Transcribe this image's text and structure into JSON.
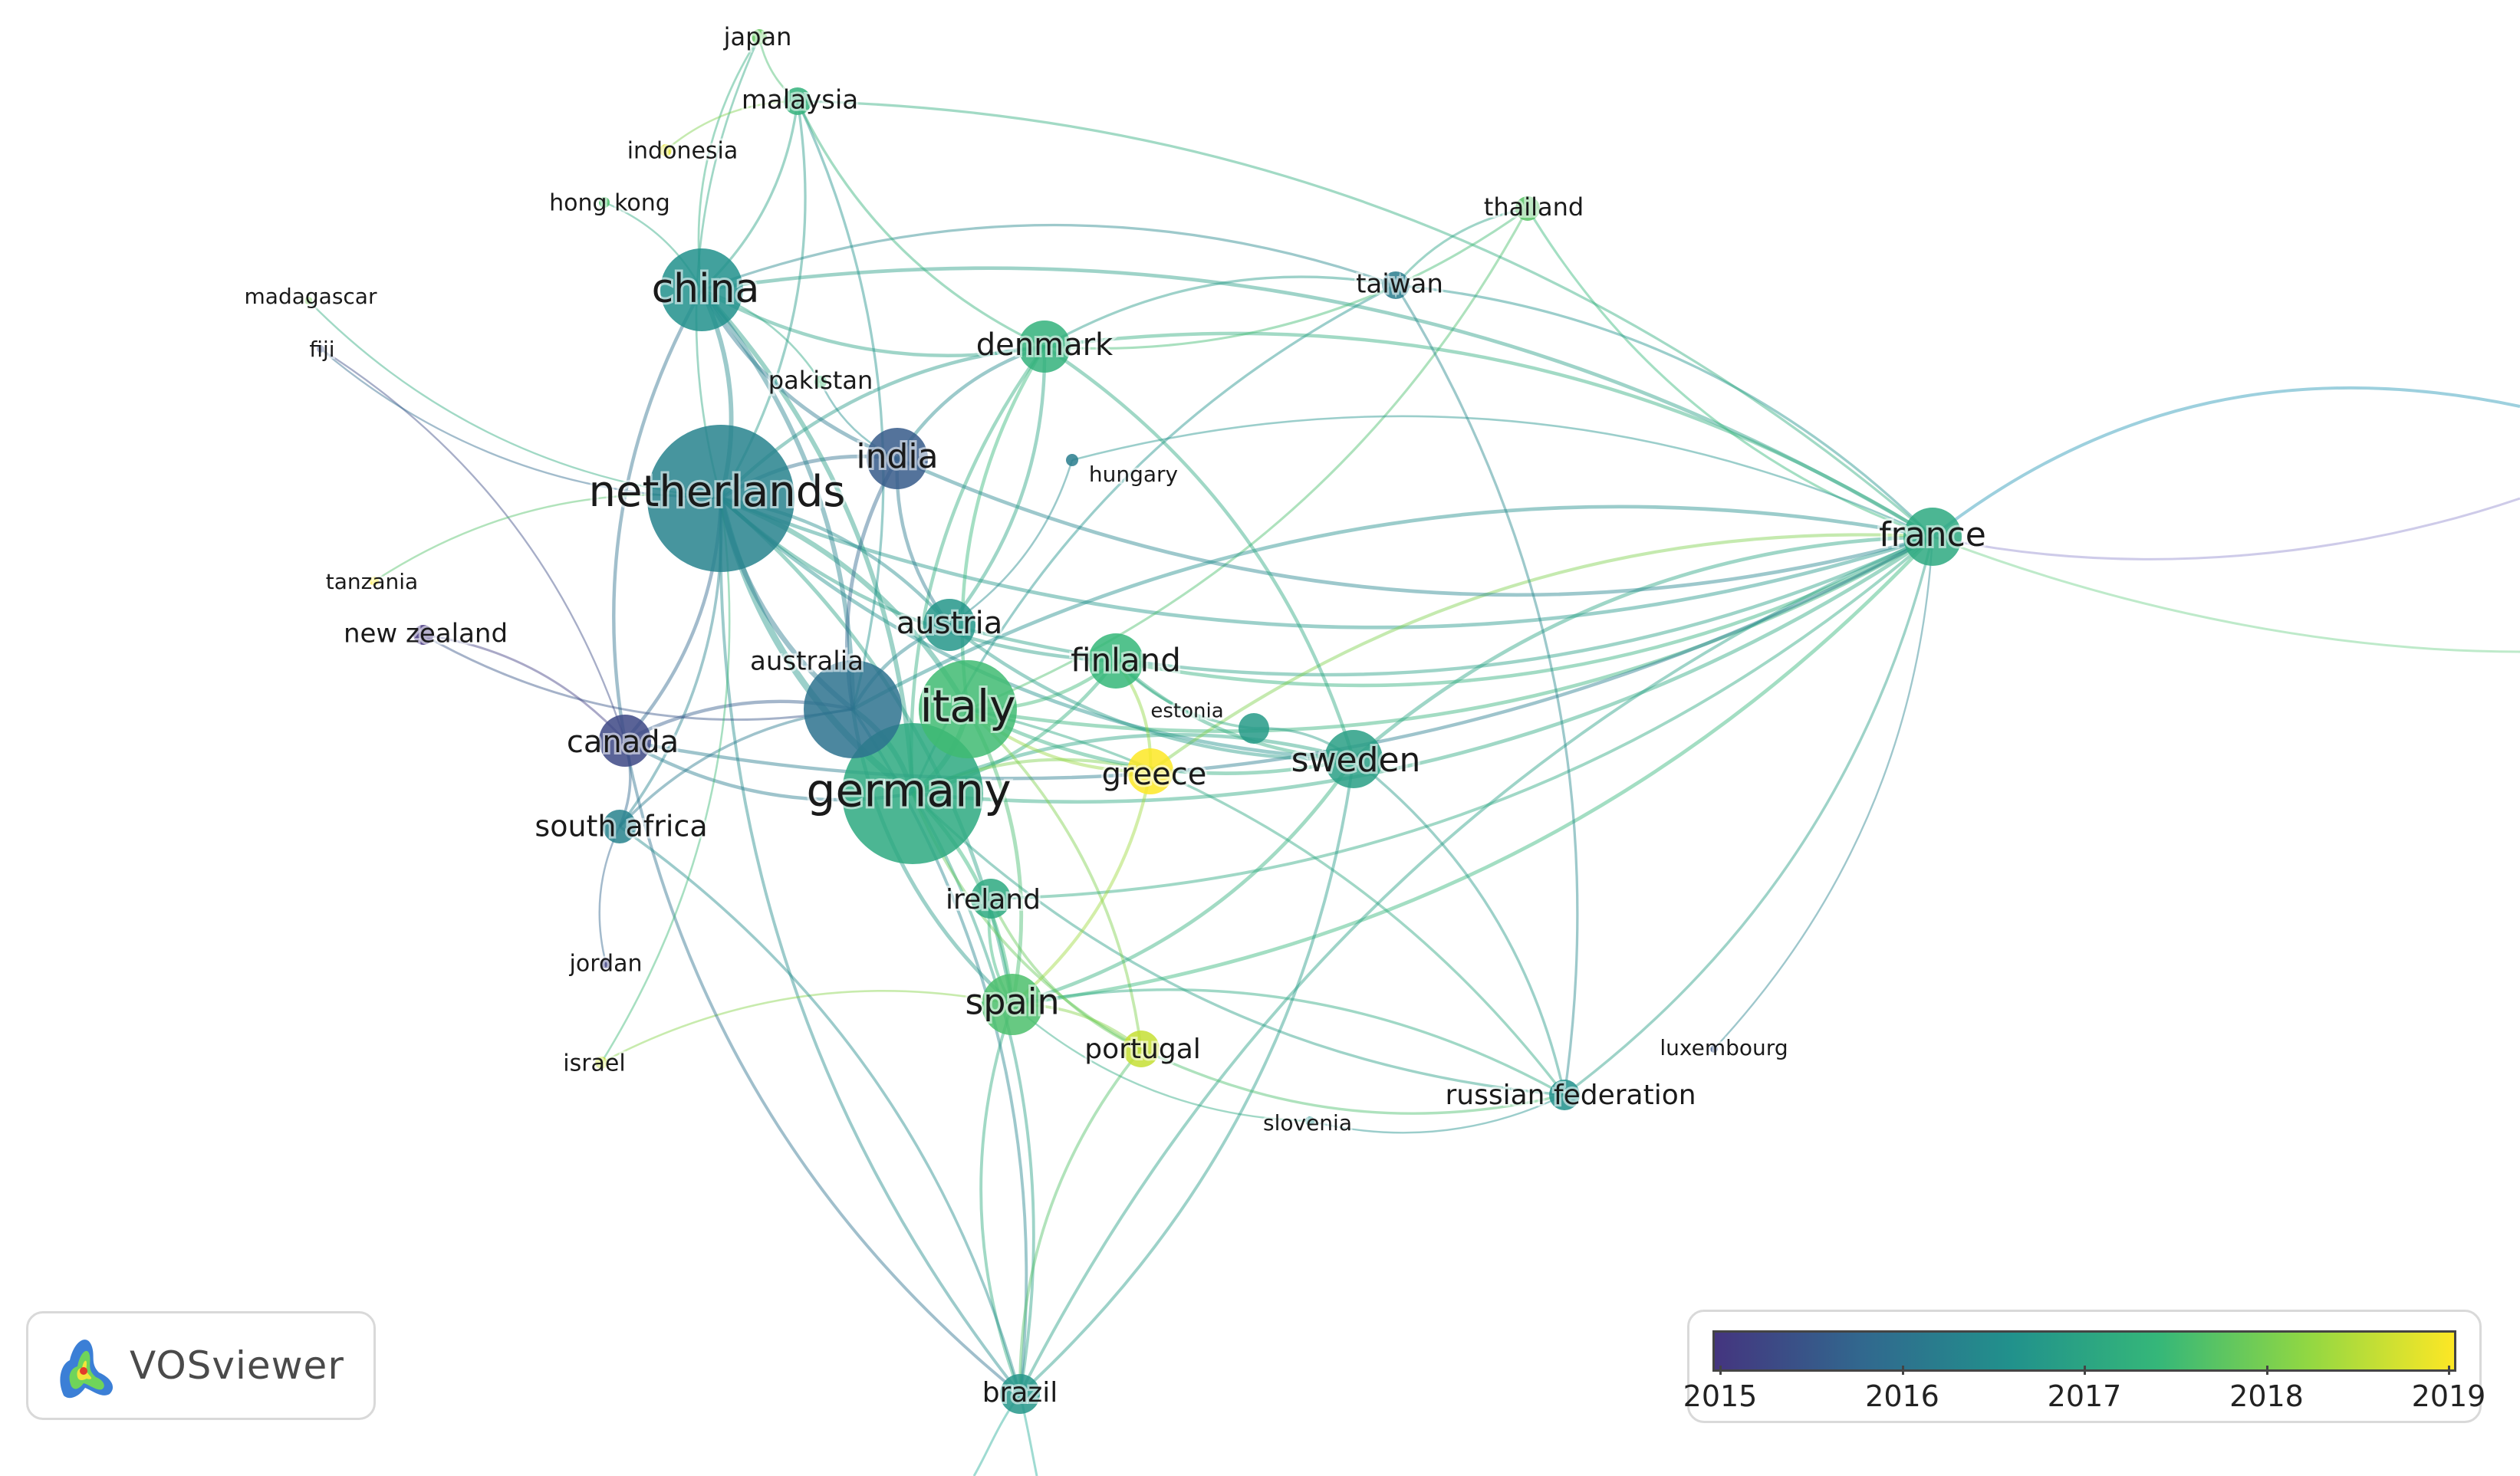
{
  "network": {
    "nodes": [
      {
        "id": "netherlands",
        "label": "netherlands",
        "year": 2016.3,
        "size": 96,
        "label_size": 56
      },
      {
        "id": "germany",
        "label": "germany",
        "year": 2017.1,
        "size": 92,
        "label_size": 60
      },
      {
        "id": "italy",
        "label": "italy",
        "year": 2017.5,
        "size": 64,
        "label_size": 58
      },
      {
        "id": "australia",
        "label": "australia",
        "year": 2016.0,
        "size": 64,
        "label_size": 34
      },
      {
        "id": "china",
        "label": "china",
        "year": 2016.6,
        "size": 54,
        "label_size": 52
      },
      {
        "id": "france",
        "label": "france",
        "year": 2017.1,
        "size": 38,
        "label_size": 44
      },
      {
        "id": "spain",
        "label": "spain",
        "year": 2017.6,
        "size": 40,
        "label_size": 46
      },
      {
        "id": "india",
        "label": "india",
        "year": 2015.6,
        "size": 40,
        "label_size": 44
      },
      {
        "id": "sweden",
        "label": "sweden",
        "year": 2016.9,
        "size": 38,
        "label_size": 44
      },
      {
        "id": "canada",
        "label": "canada",
        "year": 2015.3,
        "size": 34,
        "label_size": 40
      },
      {
        "id": "finland",
        "label": "finland",
        "year": 2017.4,
        "size": 36,
        "label_size": 42
      },
      {
        "id": "austria",
        "label": "austria",
        "year": 2016.7,
        "size": 34,
        "label_size": 40
      },
      {
        "id": "denmark",
        "label": "denmark",
        "year": 2017.3,
        "size": 34,
        "label_size": 40
      },
      {
        "id": "greece",
        "label": "greece",
        "year": 2019.0,
        "size": 30,
        "label_size": 40
      },
      {
        "id": "ireland",
        "label": "ireland",
        "year": 2017.1,
        "size": 26,
        "label_size": 36
      },
      {
        "id": "brazil",
        "label": "brazil",
        "year": 2016.7,
        "size": 26,
        "label_size": 36
      },
      {
        "id": "portugal",
        "label": "portugal",
        "year": 2018.6,
        "size": 24,
        "label_size": 36
      },
      {
        "id": "russian_federation",
        "label": "russian federation",
        "year": 2016.6,
        "size": 20,
        "label_size": 36
      },
      {
        "id": "south_africa",
        "label": "south africa",
        "year": 2016.3,
        "size": 22,
        "label_size": 38
      },
      {
        "id": "malaysia",
        "label": "malaysia",
        "year": 2017.3,
        "size": 18,
        "label_size": 34
      },
      {
        "id": "taiwan",
        "label": "taiwan",
        "year": 2016.2,
        "size": 18,
        "label_size": 34
      },
      {
        "id": "thailand",
        "label": "thailand",
        "year": 2017.7,
        "size": 16,
        "label_size": 32
      },
      {
        "id": "new_zealand",
        "label": "new zealand",
        "year": 2015.0,
        "size": 13,
        "label_size": 34
      },
      {
        "id": "estonia",
        "label": "estonia",
        "year": 2016.8,
        "size": 20,
        "label_size": 26
      },
      {
        "id": "hungary",
        "label": "hungary",
        "year": 2016.2,
        "size": 8,
        "label_size": 28
      },
      {
        "id": "pakistan",
        "label": "pakistan",
        "year": 2017.5,
        "size": 8,
        "label_size": 32
      },
      {
        "id": "japan",
        "label": "japan",
        "year": 2017.8,
        "size": 10,
        "label_size": 32
      },
      {
        "id": "indonesia",
        "label": "indonesia",
        "year": 2018.8,
        "size": 8,
        "label_size": 30
      },
      {
        "id": "hong_kong",
        "label": "hong kong",
        "year": 2017.6,
        "size": 7,
        "label_size": 30
      },
      {
        "id": "madagascar",
        "label": "madagascar",
        "year": 2018.0,
        "size": 5,
        "label_size": 28
      },
      {
        "id": "fiji",
        "label": "fiji",
        "year": 2015.4,
        "size": 5,
        "label_size": 28
      },
      {
        "id": "tanzania",
        "label": "tanzania",
        "year": 2019.0,
        "size": 6,
        "label_size": 28
      },
      {
        "id": "jordan",
        "label": "jordan",
        "year": 2015.2,
        "size": 7,
        "label_size": 30
      },
      {
        "id": "israel",
        "label": "israel",
        "year": 2018.6,
        "size": 8,
        "label_size": 30
      },
      {
        "id": "slovenia",
        "label": "slovenia",
        "year": 2016.6,
        "size": 6,
        "label_size": 28
      },
      {
        "id": "luxembourg",
        "label": "luxembourg",
        "year": 2015.5,
        "size": 5,
        "label_size": 28
      }
    ],
    "links": [
      [
        "netherlands",
        "germany"
      ],
      [
        "netherlands",
        "italy"
      ],
      [
        "netherlands",
        "china"
      ],
      [
        "netherlands",
        "india"
      ],
      [
        "netherlands",
        "france"
      ],
      [
        "netherlands",
        "canada"
      ],
      [
        "netherlands",
        "australia"
      ],
      [
        "netherlands",
        "spain"
      ],
      [
        "netherlands",
        "sweden"
      ],
      [
        "netherlands",
        "denmark"
      ],
      [
        "netherlands",
        "brazil"
      ],
      [
        "netherlands",
        "south_africa"
      ],
      [
        "netherlands",
        "finland"
      ],
      [
        "netherlands",
        "austria"
      ],
      [
        "netherlands",
        "malaysia"
      ],
      [
        "netherlands",
        "japan"
      ],
      [
        "germany",
        "france"
      ],
      [
        "germany",
        "spain"
      ],
      [
        "germany",
        "italy"
      ],
      [
        "germany",
        "sweden"
      ],
      [
        "germany",
        "china"
      ],
      [
        "germany",
        "brazil"
      ],
      [
        "germany",
        "russian_federation"
      ],
      [
        "germany",
        "denmark"
      ],
      [
        "germany",
        "finland"
      ],
      [
        "germany",
        "greece"
      ],
      [
        "germany",
        "portugal"
      ],
      [
        "germany",
        "canada"
      ],
      [
        "germany",
        "australia"
      ],
      [
        "germany",
        "taiwan"
      ],
      [
        "italy",
        "france"
      ],
      [
        "italy",
        "spain"
      ],
      [
        "italy",
        "sweden"
      ],
      [
        "italy",
        "denmark"
      ],
      [
        "italy",
        "greece"
      ],
      [
        "italy",
        "portugal"
      ],
      [
        "italy",
        "finland"
      ],
      [
        "italy",
        "russian_federation"
      ],
      [
        "italy",
        "thailand"
      ],
      [
        "china",
        "france"
      ],
      [
        "china",
        "india"
      ],
      [
        "china",
        "australia"
      ],
      [
        "china",
        "malaysia"
      ],
      [
        "china",
        "japan"
      ],
      [
        "china",
        "denmark"
      ],
      [
        "china",
        "pakistan"
      ],
      [
        "china",
        "hong_kong"
      ],
      [
        "china",
        "taiwan"
      ],
      [
        "china",
        "canada"
      ],
      [
        "france",
        "spain"
      ],
      [
        "france",
        "sweden"
      ],
      [
        "france",
        "finland"
      ],
      [
        "france",
        "denmark"
      ],
      [
        "france",
        "austria"
      ],
      [
        "france",
        "greece"
      ],
      [
        "france",
        "india"
      ],
      [
        "france",
        "australia"
      ],
      [
        "france",
        "thailand"
      ],
      [
        "france",
        "taiwan"
      ],
      [
        "france",
        "russian_federation"
      ],
      [
        "france",
        "brazil"
      ],
      [
        "france",
        "canada"
      ],
      [
        "france",
        "hungary"
      ],
      [
        "france",
        "ireland"
      ],
      [
        "spain",
        "brazil"
      ],
      [
        "spain",
        "portugal"
      ],
      [
        "spain",
        "sweden"
      ],
      [
        "spain",
        "russian_federation"
      ],
      [
        "spain",
        "greece"
      ],
      [
        "spain",
        "ireland"
      ],
      [
        "spain",
        "israel"
      ],
      [
        "spain",
        "australia"
      ],
      [
        "spain",
        "slovenia"
      ],
      [
        "sweden",
        "finland"
      ],
      [
        "sweden",
        "denmark"
      ],
      [
        "sweden",
        "russian_federation"
      ],
      [
        "sweden",
        "estonia"
      ],
      [
        "sweden",
        "austria"
      ],
      [
        "brazil",
        "australia"
      ],
      [
        "brazil",
        "canada"
      ],
      [
        "brazil",
        "south_africa"
      ],
      [
        "brazil",
        "portugal"
      ],
      [
        "brazil",
        "sweden"
      ],
      [
        "malaysia",
        "japan"
      ],
      [
        "malaysia",
        "indonesia"
      ],
      [
        "malaysia",
        "australia"
      ],
      [
        "malaysia",
        "denmark"
      ],
      [
        "malaysia",
        "france"
      ],
      [
        "india",
        "australia"
      ],
      [
        "india",
        "denmark"
      ],
      [
        "india",
        "austria"
      ],
      [
        "india",
        "pakistan"
      ],
      [
        "australia",
        "canada"
      ],
      [
        "australia",
        "new_zealand"
      ],
      [
        "australia",
        "south_africa"
      ],
      [
        "australia",
        "austria"
      ],
      [
        "canada",
        "new_zealand"
      ],
      [
        "canada",
        "south_africa"
      ],
      [
        "canada",
        "fiji"
      ],
      [
        "netherlands",
        "madagascar"
      ],
      [
        "netherlands",
        "tanzania"
      ],
      [
        "netherlands",
        "fiji"
      ],
      [
        "south_africa",
        "jordan"
      ],
      [
        "netherlands",
        "israel"
      ],
      [
        "luxembourg",
        "france"
      ],
      [
        "russian_federation",
        "portugal"
      ],
      [
        "russian_federation",
        "taiwan"
      ],
      [
        "russian_federation",
        "slovenia"
      ],
      [
        "thailand",
        "taiwan"
      ],
      [
        "thailand",
        "denmark"
      ],
      [
        "taiwan",
        "denmark"
      ],
      [
        "hungary",
        "austria"
      ],
      [
        "greece",
        "finland"
      ],
      [
        "estonia",
        "finland"
      ],
      [
        "ireland",
        "portugal"
      ],
      [
        "denmark",
        "austria"
      ]
    ]
  },
  "brand": {
    "name": "VOSviewer"
  },
  "legend": {
    "labels": [
      "2015",
      "2016",
      "2017",
      "2018",
      "2019"
    ],
    "min_year": 2015,
    "max_year": 2019,
    "colors": [
      "#44357f",
      "#31688e",
      "#21918c",
      "#35b779",
      "#90d743",
      "#fde725"
    ]
  }
}
